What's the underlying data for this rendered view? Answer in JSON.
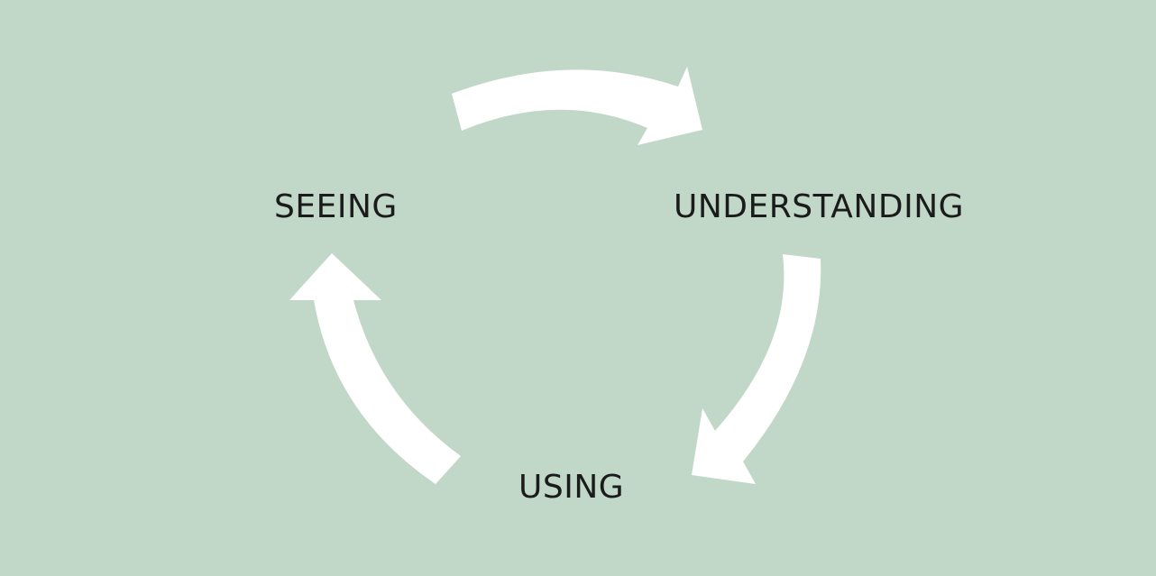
{
  "diagram": {
    "type": "cycle",
    "nodes": [
      "SEEING",
      "UNDERSTANDING",
      "USING"
    ],
    "flow": [
      {
        "from": "SEEING",
        "to": "UNDERSTANDING"
      },
      {
        "from": "UNDERSTANDING",
        "to": "USING"
      },
      {
        "from": "USING",
        "to": "SEEING"
      }
    ]
  },
  "colors": {
    "background": "#c1d8c9",
    "arrow": "#ffffff",
    "text": "#1b1b1b"
  }
}
